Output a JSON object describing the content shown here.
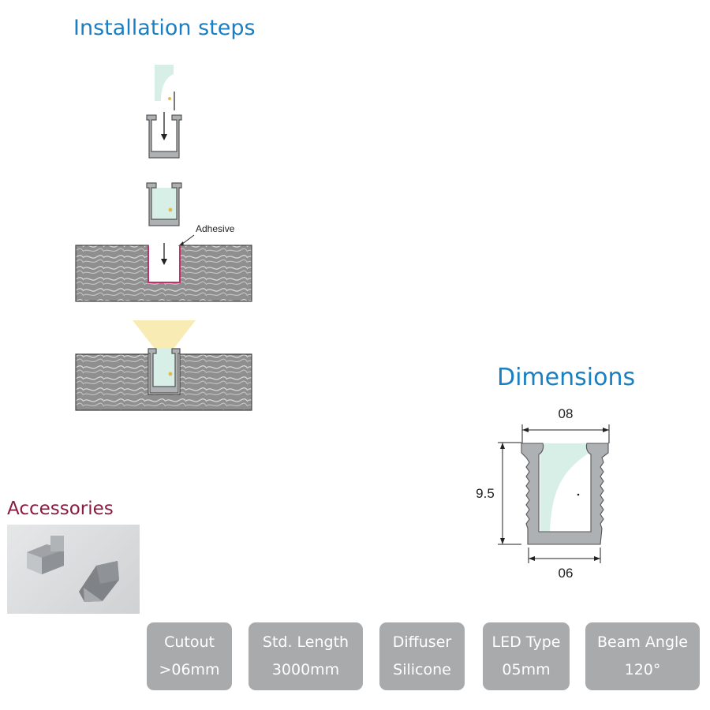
{
  "installation": {
    "title": "Installation steps",
    "adhesive_label": "Adhesive"
  },
  "dimensions": {
    "title": "Dimensions",
    "top_width": "08",
    "height": "9.5",
    "bottom_width": "06"
  },
  "accessories": {
    "title": "Accessories"
  },
  "specs": [
    {
      "label": "Cutout",
      "value": ">06mm"
    },
    {
      "label": "Std. Length",
      "value": "3000mm"
    },
    {
      "label": "Diffuser",
      "value": "Silicone"
    },
    {
      "label": "LED Type",
      "value": "05mm"
    },
    {
      "label": "Beam Angle",
      "value": "120°"
    }
  ],
  "colors": {
    "heading_blue": "#1a7fc1",
    "accessories_title": "#8a1b43",
    "spec_box": "#a9aaac",
    "diffuser": "#d8efe8",
    "profile": "#aeb1b4",
    "adhesive": "#c0306a"
  }
}
